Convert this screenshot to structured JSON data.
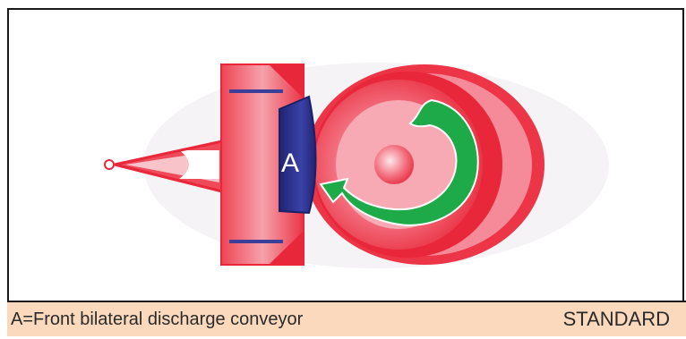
{
  "diagram": {
    "label_a": "A"
  },
  "caption": {
    "text": "A=Front bilateral discharge conveyor",
    "tag": "STANDARD"
  },
  "colors": {
    "red_main": "#e8283a",
    "red_light": "#f58a98",
    "red_pale": "#fbc7cd",
    "conveyor_blue": "#2a2f8a",
    "arrow_green": "#1faa4a",
    "caption_bg": "#fbd9bd",
    "frame": "#1a1a1a"
  }
}
